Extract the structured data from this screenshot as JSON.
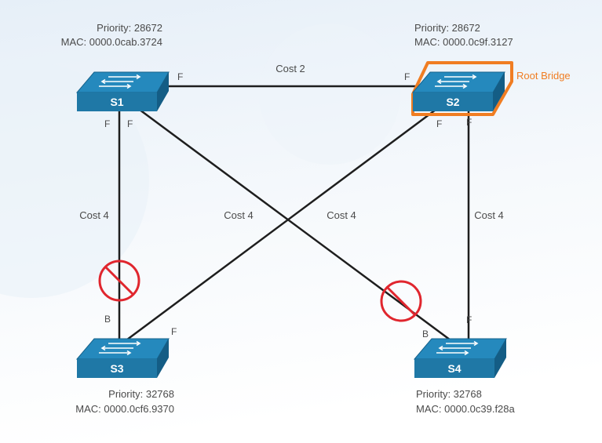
{
  "colors": {
    "background_top": "#eef4fa",
    "background_bottom": "#ffffff",
    "switch_top": "#1d84b5",
    "switch_front": "#1f78a6",
    "switch_side": "#145d85",
    "link": "#1e1e1e",
    "blocked": "#e0262e",
    "root_highlight": "#f07d22",
    "text": "#4a4a4a"
  },
  "switches": {
    "s1": {
      "name": "S1",
      "priority": "Priority: 28672",
      "mac": "MAC: 0000.0cab.3724"
    },
    "s2": {
      "name": "S2",
      "priority": "Priority: 28672",
      "mac": "MAC: 0000.0c9f.3127",
      "root_label": "Root Bridge"
    },
    "s3": {
      "name": "S3",
      "priority": "Priority: 32768",
      "mac": "MAC: 0000.0cf6.9370"
    },
    "s4": {
      "name": "S4",
      "priority": "Priority: 32768",
      "mac": "MAC: 0000.0c39.f28a"
    }
  },
  "links": {
    "s1_s2": {
      "cost": "Cost 2",
      "end_s1": "F",
      "end_s2": "F"
    },
    "s1_s3": {
      "cost": "Cost 4",
      "end_s1": "F",
      "end_s3": "B",
      "blocked": true
    },
    "s1_s4": {
      "cost": "Cost 4",
      "end_s1": "F",
      "end_s4": "B",
      "blocked": true
    },
    "s2_s3": {
      "cost": "Cost 4",
      "end_s2": "F",
      "end_s3": "F"
    },
    "s2_s4": {
      "cost": "Cost 4",
      "end_s2": "F",
      "end_s4": "F"
    }
  }
}
